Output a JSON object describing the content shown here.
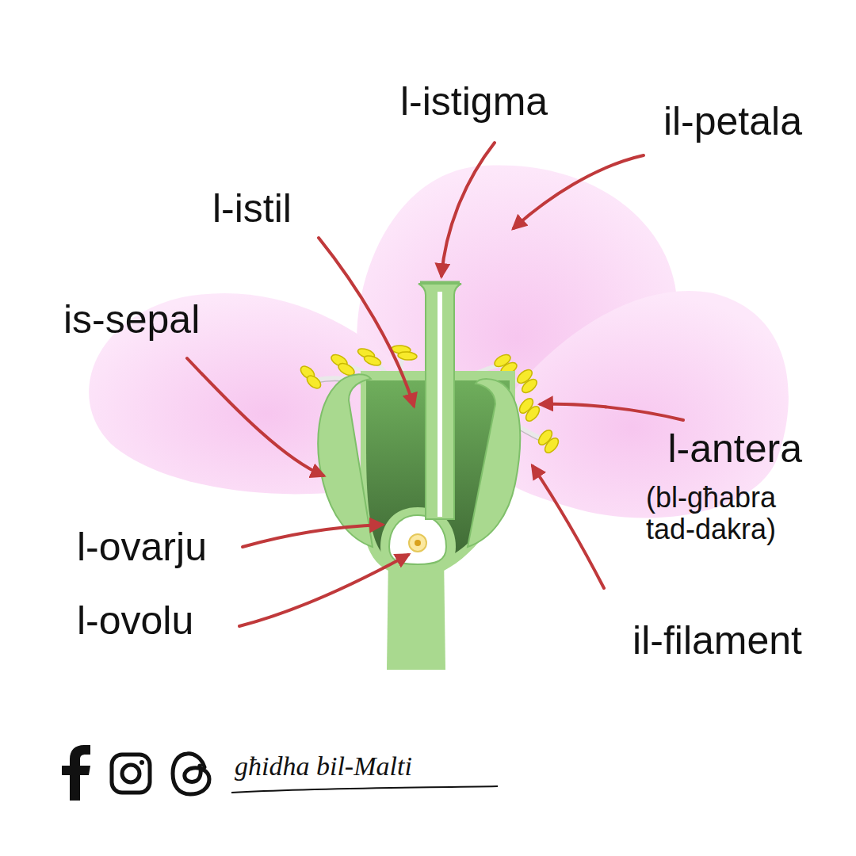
{
  "diagram": {
    "labels": [
      "l-istigma",
      "il-petala",
      "l-istil",
      "is-sepal",
      "l-antera",
      "(bl-għabra tad-dakra)",
      "l-ovarju",
      "l-ovolu",
      "il-filament",
      "għidha bil-Malti"
    ]
  }
}
